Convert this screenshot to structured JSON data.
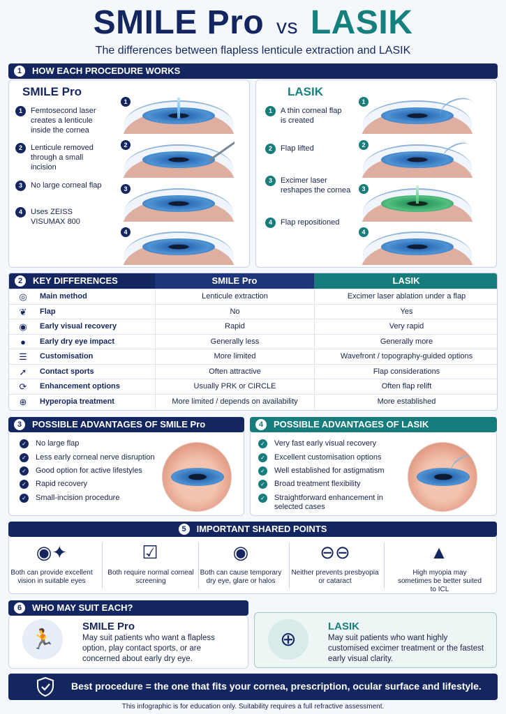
{
  "header": {
    "title_left": "SMILE Pro",
    "title_vs": "vs",
    "title_right": "LASIK",
    "subtitle": "The differences between flapless lenticule extraction and LASIK"
  },
  "colors": {
    "navy": "#14265f",
    "teal": "#167c7c"
  },
  "section1": {
    "num": "1",
    "title": "HOW EACH PROCEDURE WORKS",
    "smile": {
      "title": "SMILE Pro",
      "steps": [
        {
          "n": "1",
          "text": "Femtosecond laser creates a lenticule inside the cornea"
        },
        {
          "n": "2",
          "text": "Lenticule removed through a small incision"
        },
        {
          "n": "3",
          "text": "No large corneal flap"
        },
        {
          "n": "4",
          "text": "Uses ZEISS VISUMAX 800"
        }
      ],
      "eye_nums": [
        "1",
        "2",
        "3",
        "4"
      ]
    },
    "lasik": {
      "title": "LASIK",
      "steps": [
        {
          "n": "1",
          "text": "A thin corneal flap is created"
        },
        {
          "n": "2",
          "text": "Flap lifted"
        },
        {
          "n": "3",
          "text": "Excimer laser reshapes the cornea"
        },
        {
          "n": "4",
          "text": "Flap repositioned"
        }
      ],
      "eye_nums": [
        "1",
        "2",
        "3",
        "4"
      ]
    }
  },
  "section2": {
    "num": "2",
    "title": "KEY DIFFERENCES",
    "col_smile": "SMILE Pro",
    "col_lasik": "LASIK",
    "rows": [
      {
        "icon": "target-icon",
        "label": "Main method",
        "smile": "Lenticule extraction",
        "lasik": "Excimer laser ablation under a flap"
      },
      {
        "icon": "leaf-icon",
        "label": "Flap",
        "smile": "No",
        "lasik": "Yes"
      },
      {
        "icon": "eye-icon",
        "label": "Early visual recovery",
        "smile": "Rapid",
        "lasik": "Very rapid"
      },
      {
        "icon": "droplet-icon",
        "label": "Early dry eye impact",
        "smile": "Generally less",
        "lasik": "Generally more"
      },
      {
        "icon": "sliders-icon",
        "label": "Customisation",
        "smile": "More limited",
        "lasik": "Wavefront / topography-guided options"
      },
      {
        "icon": "runner-icon",
        "label": "Contact sports",
        "smile": "Often attractive",
        "lasik": "Flap considerations"
      },
      {
        "icon": "refresh-icon",
        "label": "Enhancement options",
        "smile": "Usually PRK or CIRCLE",
        "lasik": "Often flap relift"
      },
      {
        "icon": "magnifier-icon",
        "label": "Hyperopia treatment",
        "smile": "More limited / depends on availability",
        "lasik": "More established"
      }
    ]
  },
  "section3": {
    "num": "3",
    "title": "POSSIBLE ADVANTAGES OF SMILE Pro",
    "items": [
      "No large flap",
      "Less early corneal nerve disruption",
      "Good option for active lifestyles",
      "Rapid recovery",
      "Small-incision procedure"
    ]
  },
  "section4": {
    "num": "4",
    "title": "POSSIBLE ADVANTAGES OF LASIK",
    "items": [
      "Very fast early visual recovery",
      "Excellent customisation options",
      "Well established for astigmatism",
      "Broad treatment flexibility",
      "Straightforward enhancement in selected cases"
    ]
  },
  "section5": {
    "num": "5",
    "title": "IMPORTANT SHARED POINTS",
    "items": [
      {
        "icon": "eye-sparkle-icon",
        "text": "Both can provide excellent vision in suitable eyes"
      },
      {
        "icon": "clipboard-check-icon",
        "text": "Both require normal corneal screening"
      },
      {
        "icon": "eye-drop-icon",
        "text": "Both can cause temporary dry eye, glare or halos"
      },
      {
        "icon": "glasses-icon",
        "text": "Neither prevents presbyopia or cataract"
      },
      {
        "icon": "mountain-icon",
        "text": "High myopia may sometimes be better suited to ICL"
      }
    ]
  },
  "section6": {
    "num": "6",
    "title": "WHO MAY SUIT EACH?",
    "smile": {
      "title": "SMILE Pro",
      "text": "May suit patients who want a flapless option, play contact sports, or are concerned about early dry eye."
    },
    "lasik": {
      "title": "LASIK",
      "text": "May suit patients who want highly customised excimer treatment or the fastest early visual clarity."
    }
  },
  "banner": "Best procedure = the one that fits your cornea, prescription, ocular surface and lifestyle.",
  "footnote": "This infographic is for education only. Suitability requires a full refractive assessment."
}
